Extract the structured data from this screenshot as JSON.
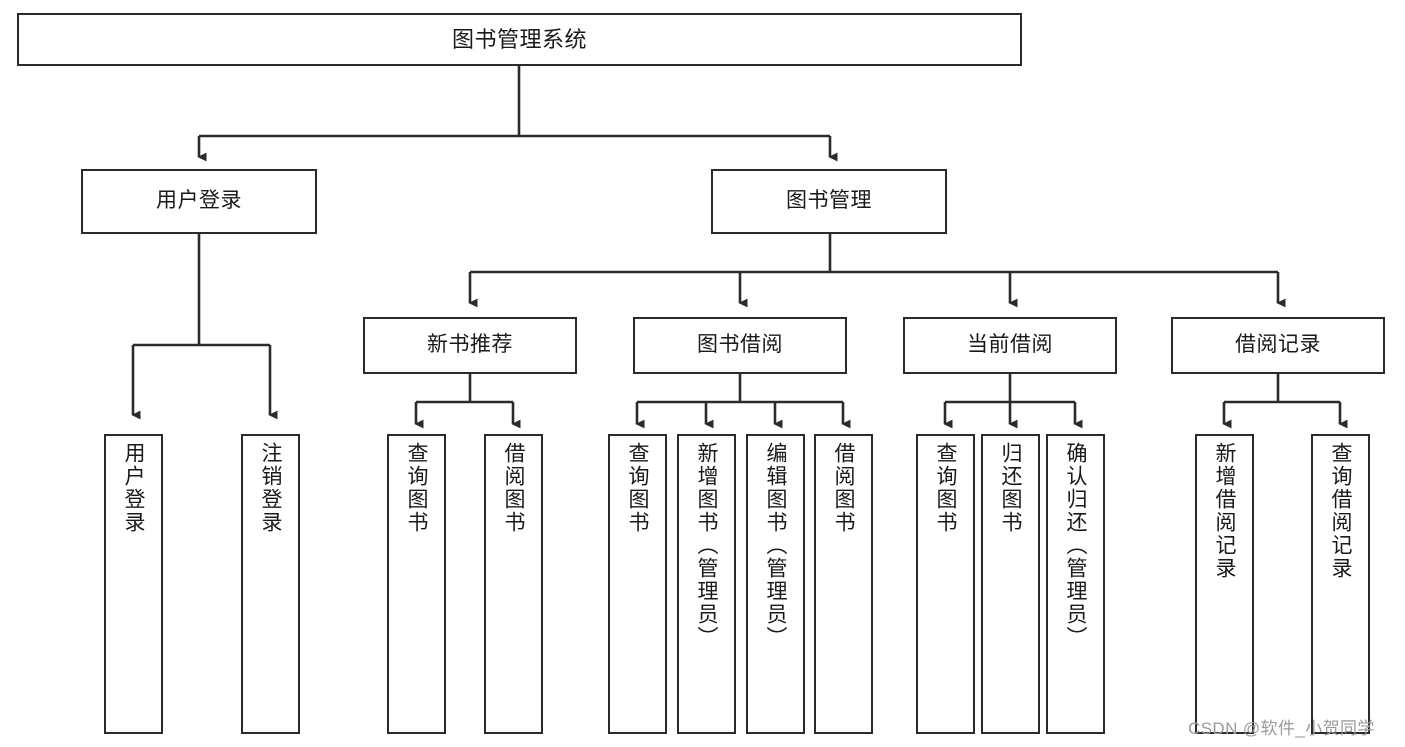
{
  "diagram": {
    "type": "tree",
    "title": "图书管理系统",
    "orientation": "top-down",
    "levels": 4,
    "line_color": "#2b2b2b",
    "box_fill": "#ffffff",
    "text_color": "#1a1a1a",
    "nodes": {
      "root": {
        "label": "图书管理系统"
      },
      "l2": [
        {
          "id": "user-login",
          "label": "用户登录"
        },
        {
          "id": "book-manage",
          "label": "图书管理"
        }
      ],
      "l3": [
        {
          "id": "new-book-recommend",
          "label": "新书推荐"
        },
        {
          "id": "book-borrow",
          "label": "图书借阅"
        },
        {
          "id": "current-borrow",
          "label": "当前借阅"
        },
        {
          "id": "borrow-record",
          "label": "借阅记录"
        }
      ],
      "leaves": {
        "user-login": [
          {
            "id": "leaf-user-login",
            "label": "用户登录"
          },
          {
            "id": "leaf-user-logout",
            "label": "注销登录"
          }
        ],
        "new-book-recommend": [
          {
            "id": "leaf-query-book-1",
            "label": "查询图书"
          },
          {
            "id": "leaf-borrow-book-1",
            "label": "借阅图书"
          }
        ],
        "book-borrow": [
          {
            "id": "leaf-query-book-2",
            "label": "查询图书"
          },
          {
            "id": "leaf-add-book",
            "label": "新增图书（管理员）"
          },
          {
            "id": "leaf-edit-book",
            "label": "编辑图书（管理员）"
          },
          {
            "id": "leaf-borrow-book-2",
            "label": "借阅图书"
          }
        ],
        "current-borrow": [
          {
            "id": "leaf-query-book-3",
            "label": "查询图书"
          },
          {
            "id": "leaf-return-book",
            "label": "归还图书"
          },
          {
            "id": "leaf-confirm-return",
            "label": "确认归还（管理员）"
          }
        ],
        "borrow-record": [
          {
            "id": "leaf-add-record",
            "label": "新增借阅记录"
          },
          {
            "id": "leaf-query-record",
            "label": "查询借阅记录"
          }
        ]
      }
    }
  },
  "watermark": {
    "text": "CSDN @软件_小贺同学"
  }
}
